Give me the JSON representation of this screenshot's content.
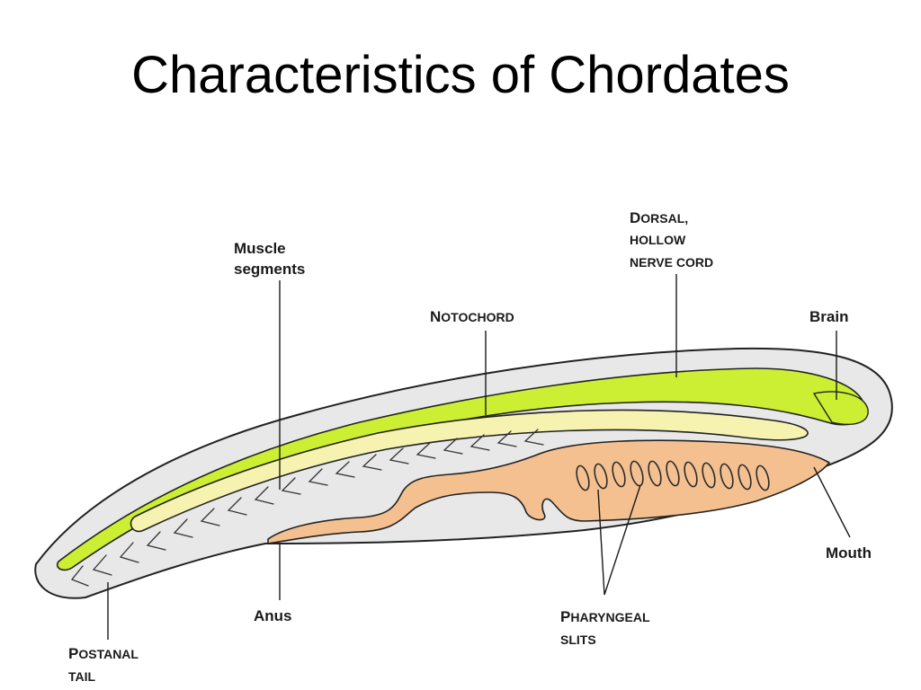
{
  "title": "Characteristics of Chordates",
  "labels": {
    "muscle_segments": [
      "Muscle",
      "segments"
    ],
    "notochord": {
      "initial": "N",
      "rest": "OTOCHORD"
    },
    "nerve_cord": {
      "line1_initial": "D",
      "line1_rest": "ORSAL,",
      "line2": "HOLLOW",
      "line3": "NERVE CORD"
    },
    "brain": "Brain",
    "mouth": "Mouth",
    "anus": "Anus",
    "pharyngeal_slits": {
      "line1_initial": "P",
      "line1_rest": "HARYNGEAL",
      "line2": "SLITS"
    },
    "postanal_tail": {
      "line1_initial": "P",
      "line1_rest": "OSTANAL",
      "line2": "TAIL"
    }
  },
  "colors": {
    "body_fill": "#e8e8e8",
    "outline": "#222222",
    "nerve_cord": "#ccee33",
    "notochord": "#f6f3b0",
    "pharynx": "#f4c090"
  }
}
